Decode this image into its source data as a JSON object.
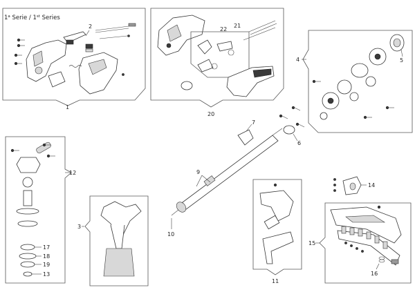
{
  "header": {
    "series_a": "1",
    "series_a_sup": "a",
    "series_a_word": "Serie",
    "divider": "/",
    "series_b": "1",
    "series_b_sup": "st",
    "series_b_word": "Series"
  },
  "callouts": {
    "c1": "1",
    "c2": "2",
    "c3": "3",
    "c4": "4",
    "c5": "5",
    "c6": "6",
    "c7": "7",
    "c9": "9",
    "c10": "10",
    "c11": "11",
    "c12": "12",
    "c13": "13",
    "c14": "14",
    "c15": "15",
    "c16": "16",
    "c17": "17",
    "c18": "18",
    "c19": "19",
    "c20": "20",
    "c21": "21",
    "c22": "22"
  },
  "colors": {
    "line": "#333333",
    "dark_part": "#3a3a3a",
    "mid_part": "#9a9a9a",
    "light_part": "#d8d8d8",
    "background": "#ffffff"
  }
}
